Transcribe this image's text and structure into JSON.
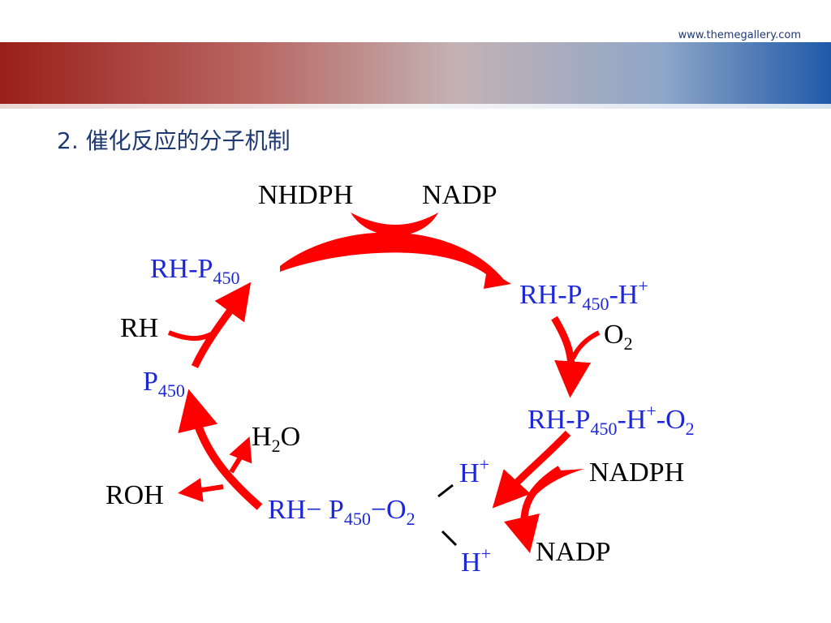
{
  "header": {
    "url": "www.themegallery.com"
  },
  "slide": {
    "title": "2. 催化反应的分子机制"
  },
  "colors": {
    "accent_red": "#ff0000",
    "label_blue": "#1e27d8",
    "title_blue": "#1f3a73"
  },
  "labels": {
    "nhdph": "NHDPH",
    "nadp_top": "NADP",
    "rh_p450": {
      "main": "RH-P",
      "sub": "450"
    },
    "rh_p450_h": {
      "a": "RH-P",
      "sub": "450",
      "b": "-H",
      "sup": "+"
    },
    "o2_side": {
      "a": "O",
      "sub": "2"
    },
    "rh_p450_h_o2": {
      "a": "RH-P",
      "sub1": "450",
      "b": "-H",
      "sup": "+",
      "c": "-O",
      "sub2": "2"
    },
    "rh_left": "RH",
    "p450": {
      "main": "P",
      "sub": "450"
    },
    "h2o": {
      "a": "H",
      "sub": "2",
      "b": "O"
    },
    "roh": "ROH",
    "rh_p450_o2": {
      "a": "RH",
      "b": "P",
      "sub1": "450",
      "c": "O",
      "sub2": "2"
    },
    "h_plus_top": {
      "a": "H",
      "sup": "+"
    },
    "h_plus_bottom": {
      "a": "H",
      "sup": "+"
    },
    "nadph_right": "NADPH",
    "nadp_bottom": "NADP"
  }
}
